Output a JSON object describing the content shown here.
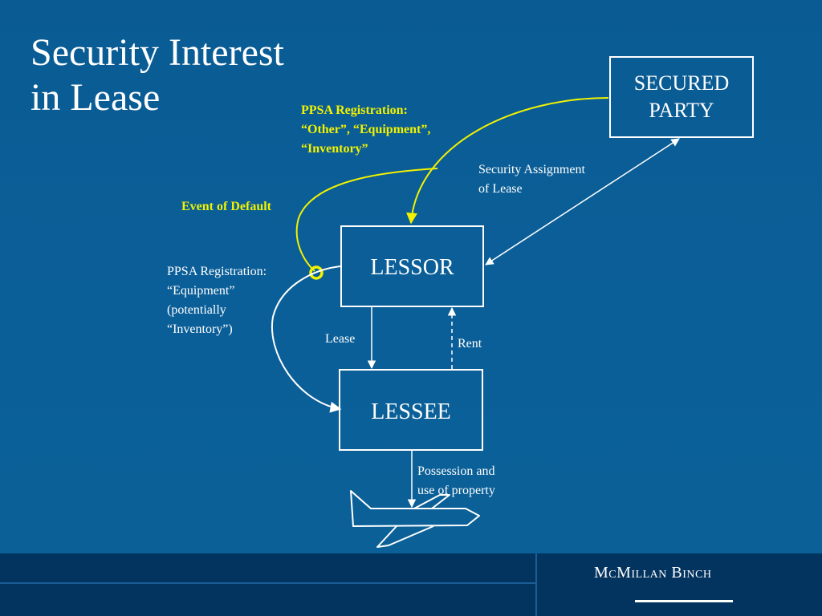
{
  "slide": {
    "title": "Security Interest\nin Lease"
  },
  "boxes": {
    "secured_party": "SECURED\nPARTY",
    "lessor": "LESSOR",
    "lessee": "LESSEE"
  },
  "labels": {
    "ppsa_secured": "PPSA Registration:\n“Other”, “Equipment”,\n“Inventory”",
    "security_assignment": "Security Assignment\nof Lease",
    "event_of_default": "Event of Default",
    "ppsa_lessor": "PPSA Registration:\n“Equipment”\n(potentially\n“Inventory”)",
    "lease": "Lease",
    "rent": "Rent",
    "possession": "Possession and\nuse of property"
  },
  "footer": {
    "brand": "McMillan Binch"
  },
  "colors": {
    "background": "#0a5c94",
    "footer": "#03335f",
    "highlight": "#f2f200",
    "line": "#ffffff"
  },
  "icons": {
    "aircraft": "airplane-outline-icon",
    "event_marker": "ring-marker-icon"
  }
}
